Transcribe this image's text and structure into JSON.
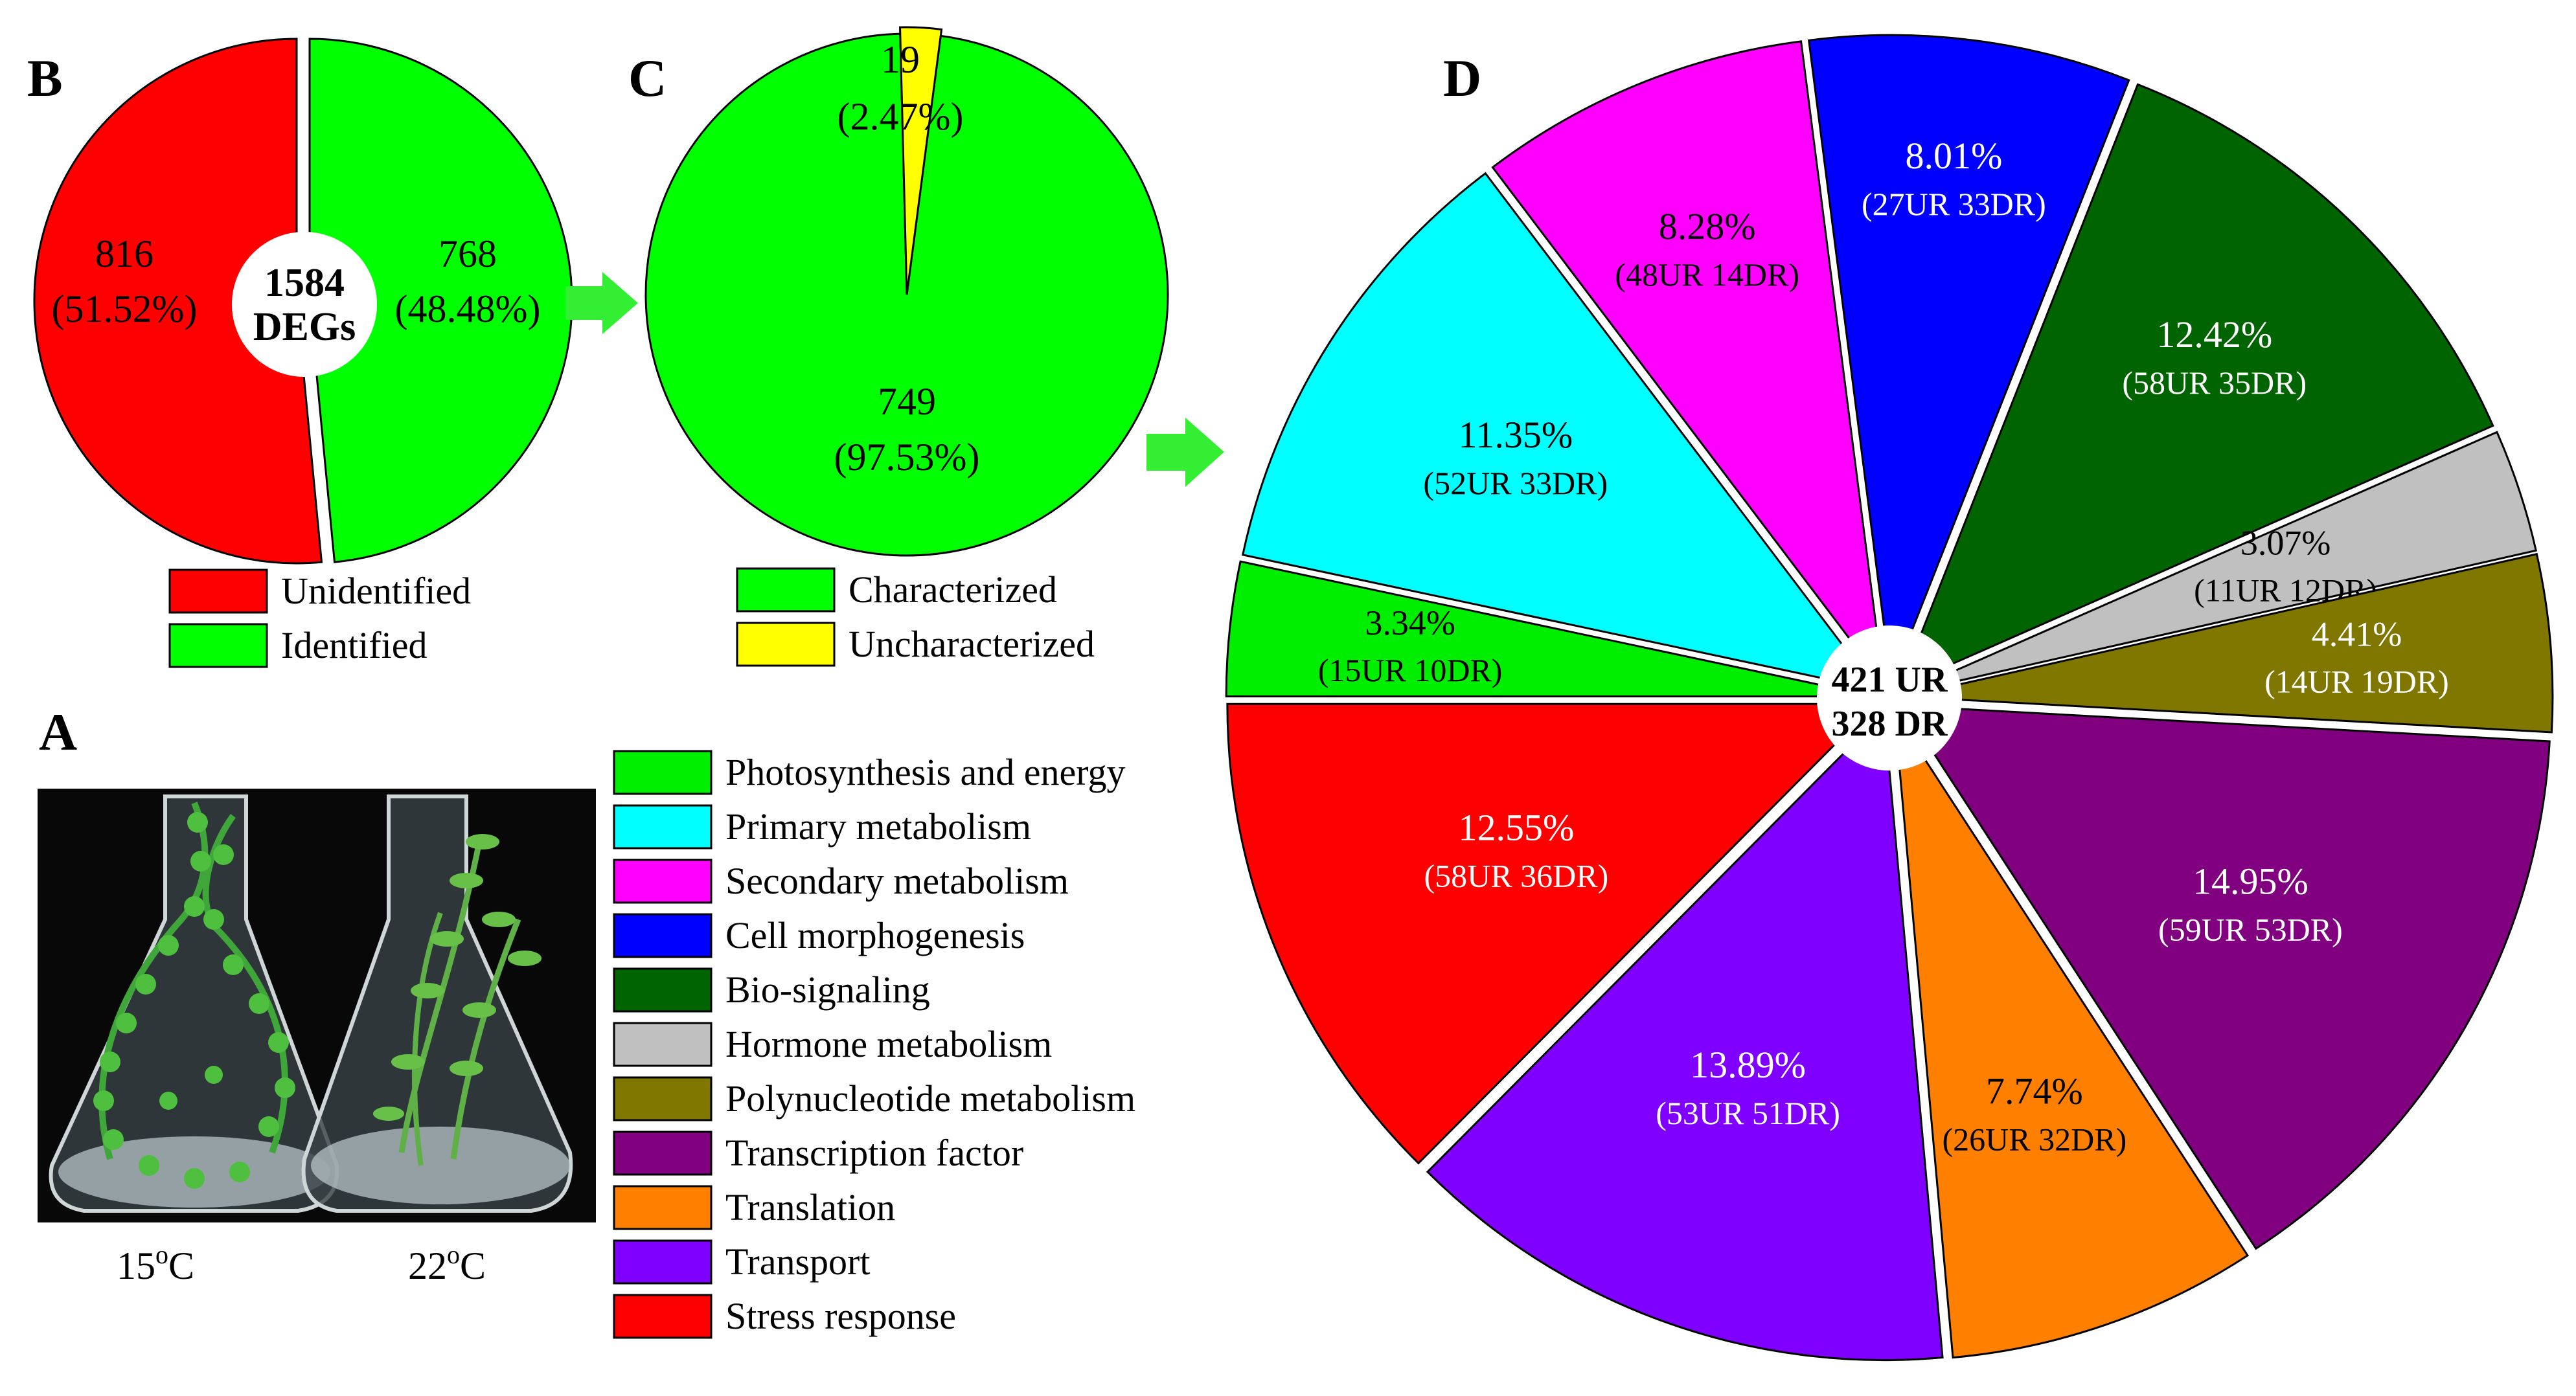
{
  "panels": {
    "a": "A",
    "b": "B",
    "c": "C",
    "d": "D"
  },
  "photo": {
    "left_label": "15",
    "left_sup": "o",
    "left_unit": "C",
    "right_label": "22",
    "right_sup": "o",
    "right_unit": "C"
  },
  "chart_data": [
    {
      "panel": "B",
      "type": "pie",
      "center_label": [
        "1584",
        "DEGs"
      ],
      "legend_position": "bottom",
      "slices": [
        {
          "name": "Unidentified",
          "value": 816,
          "percent_label": "(51.52%)",
          "color": "#ff0000"
        },
        {
          "name": "Identified",
          "value": 768,
          "percent_label": "(48.48%)",
          "color": "#00ff00"
        }
      ]
    },
    {
      "panel": "C",
      "type": "pie",
      "legend_position": "bottom",
      "slices": [
        {
          "name": "Characterized",
          "value": 749,
          "percent_label": "(97.53%)",
          "color": "#00ff00"
        },
        {
          "name": "Uncharacterized",
          "value": 19,
          "percent_label": "(2.47%)",
          "color": "#ffff00"
        }
      ]
    },
    {
      "panel": "D",
      "type": "pie",
      "center_label": [
        "421 UR",
        "328 DR"
      ],
      "legend_position": "left",
      "slices": [
        {
          "name": "Photosynthesis and energy",
          "percent": 3.34,
          "percent_label": "3.34%",
          "detail": "(15UR  10DR)",
          "ur": 15,
          "dr": 10,
          "color": "#00ee00",
          "text_color": "#000000"
        },
        {
          "name": "Primary metabolism",
          "percent": 11.35,
          "percent_label": "11.35%",
          "detail": "(52UR 33DR)",
          "ur": 52,
          "dr": 33,
          "color": "#00ffff",
          "text_color": "#000000"
        },
        {
          "name": "Secondary metabolism",
          "percent": 8.28,
          "percent_label": "8.28%",
          "detail": "(48UR  14DR)",
          "ur": 48,
          "dr": 14,
          "color": "#ff00ff",
          "text_color": "#000000"
        },
        {
          "name": "Cell morphogenesis",
          "percent": 8.01,
          "percent_label": "8.01%",
          "detail": "(27UR  33DR)",
          "ur": 27,
          "dr": 33,
          "color": "#0000ff",
          "text_color": "#ffffff"
        },
        {
          "name": "Bio-signaling",
          "percent": 12.42,
          "percent_label": "12.42%",
          "detail": "(58UR  35DR)",
          "ur": 58,
          "dr": 35,
          "color": "#006400",
          "text_color": "#ffffff"
        },
        {
          "name": "Hormone metabolism",
          "percent": 3.07,
          "percent_label": "3.07%",
          "detail": "(11UR  12DR)",
          "ur": 11,
          "dr": 12,
          "color": "#c0c0c0",
          "text_color": "#000000"
        },
        {
          "name": "Polynucleotide metabolism",
          "percent": 4.41,
          "percent_label": "4.41%",
          "detail": "(14UR  19DR)",
          "ur": 14,
          "dr": 19,
          "color": "#7f7700",
          "text_color": "#ffffff"
        },
        {
          "name": "Transcription factor",
          "percent": 14.95,
          "percent_label": "14.95%",
          "detail": "(59UR  53DR)",
          "ur": 59,
          "dr": 53,
          "color": "#800080",
          "text_color": "#ffffff"
        },
        {
          "name": "Translation",
          "percent": 7.74,
          "percent_label": "7.74%",
          "detail": "(26UR  32DR)",
          "ur": 26,
          "dr": 32,
          "color": "#ff8000",
          "text_color": "#000000"
        },
        {
          "name": "Transport",
          "percent": 13.89,
          "percent_label": "13.89%",
          "detail": "(53UR  51DR)",
          "ur": 53,
          "dr": 51,
          "color": "#8000ff",
          "text_color": "#ffffff"
        },
        {
          "name": "Stress response",
          "percent": 12.55,
          "percent_label": "12.55%",
          "detail": "(58UR  36DR)",
          "ur": 58,
          "dr": 36,
          "color": "#ff0000",
          "text_color": "#ffffff"
        }
      ]
    }
  ]
}
